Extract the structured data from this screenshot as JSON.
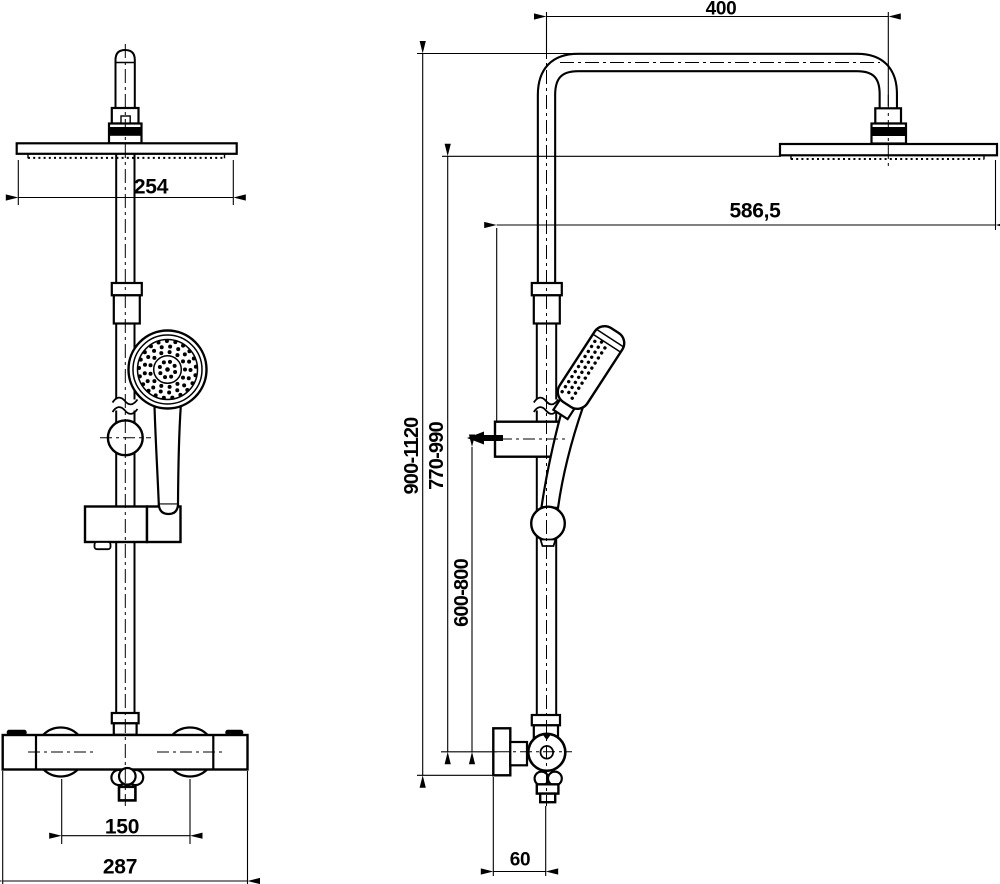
{
  "drawing": {
    "kind": "shower-column-technical-drawing",
    "colors": {
      "line": "#000000",
      "background": "#ffffff"
    },
    "dimensions": {
      "head_width": "254",
      "arm_reach": "400",
      "wall_to_head_edge": "586,5",
      "overall_height": "900-1120",
      "head_height": "770-990",
      "hand_shower_height": "600-800",
      "inlet_spacing": "150",
      "mixer_width": "287",
      "outlet_offset": "60"
    }
  }
}
